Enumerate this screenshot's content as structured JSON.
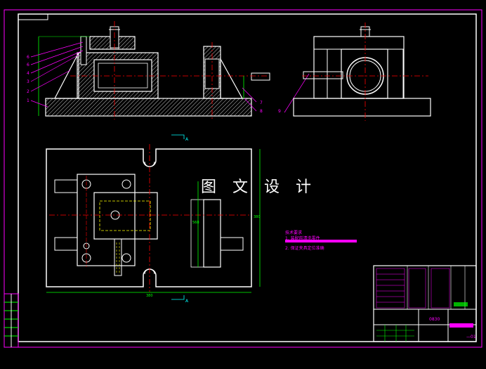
{
  "watermark": "图 文 设 计",
  "section_mark": "A",
  "notes": {
    "title": "技术要求",
    "items": [
      "1. 装配前清洗零件",
      "2. 保证夹具定位准确"
    ]
  },
  "dimensions": {
    "width_bottom": "380",
    "height_left": "560",
    "height_right": "380"
  },
  "balloons": [
    "1",
    "2",
    "3",
    "4",
    "5",
    "6",
    "7",
    "8",
    "9"
  ],
  "title_block": {
    "code": "0830",
    "sheet": "—01"
  },
  "colors": {
    "background": "#000000",
    "object": "#ffffff",
    "border": "#ff00ff",
    "centerline": "#ff0000",
    "dimension": "#00ff00",
    "hidden": "#ffff00"
  }
}
